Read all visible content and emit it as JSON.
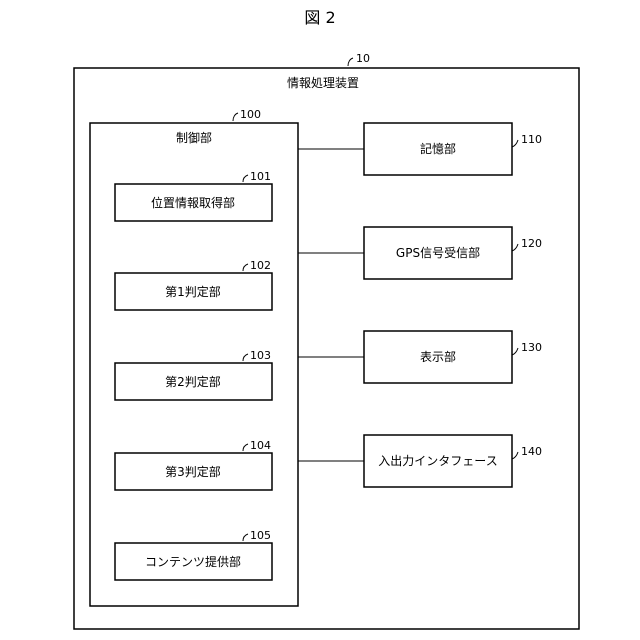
{
  "figure_label": "図 2",
  "apparatus": {
    "ref": "10",
    "title": "情報処理装置"
  },
  "control_unit": {
    "ref": "100",
    "title": "制御部",
    "sub_units": [
      {
        "ref": "101",
        "label": "位置情報取得部"
      },
      {
        "ref": "102",
        "label": "第1判定部"
      },
      {
        "ref": "103",
        "label": "第2判定部"
      },
      {
        "ref": "104",
        "label": "第3判定部"
      },
      {
        "ref": "105",
        "label": "コンテンツ提供部"
      }
    ]
  },
  "peripherals": [
    {
      "ref": "110",
      "label": "記憶部"
    },
    {
      "ref": "120",
      "label": "GPS信号受信部"
    },
    {
      "ref": "130",
      "label": "表示部"
    },
    {
      "ref": "140",
      "label": "入出力インタフェース"
    }
  ]
}
